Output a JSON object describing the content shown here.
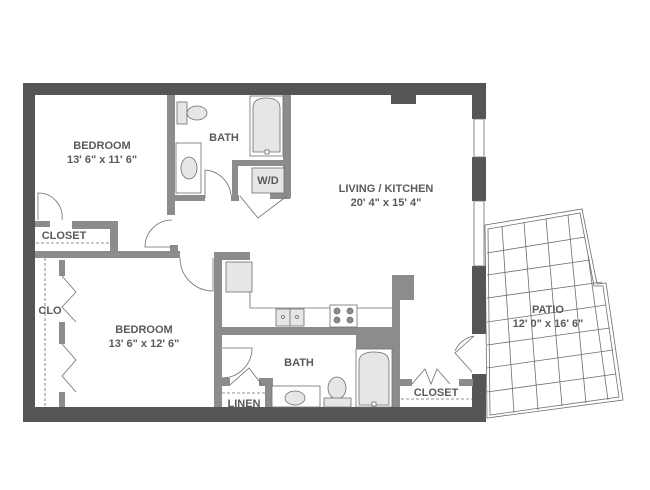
{
  "floorplan": {
    "colors": {
      "outer_wall": "#555555",
      "inner_wall": "#8c8c8c",
      "fixture_fill": "#e6e6e6",
      "line": "#6e6e6e",
      "label": "#5a5a5a",
      "background": "#ffffff"
    },
    "rooms": {
      "bedroom1": {
        "name": "BEDROOM",
        "dims": "13' 6\" x 11' 6\""
      },
      "bath1": {
        "name": "BATH"
      },
      "laundry": {
        "name": "W/D"
      },
      "living_kitchen": {
        "name": "LIVING / KITCHEN",
        "dims": "20' 4\" x 15' 4\""
      },
      "closet1": {
        "name": "CLOSET"
      },
      "clo": {
        "name": "CLO"
      },
      "bedroom2": {
        "name": "BEDROOM",
        "dims": "13' 6\" x 12' 6\""
      },
      "bath2": {
        "name": "BATH"
      },
      "linen": {
        "name": "LINEN"
      },
      "closet2": {
        "name": "CLOSET"
      },
      "patio": {
        "name": "PATIO",
        "dims": "12' 0\" x 16' 6\""
      }
    }
  }
}
